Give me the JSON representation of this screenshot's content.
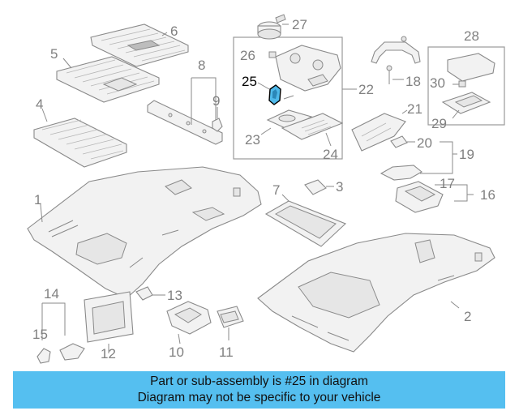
{
  "diagram": {
    "highlighted_label": "25",
    "labels": [
      "1",
      "2",
      "3",
      "4",
      "5",
      "6",
      "7",
      "8",
      "9",
      "10",
      "11",
      "12",
      "13",
      "14",
      "15",
      "16",
      "17",
      "18",
      "19",
      "20",
      "21",
      "22",
      "23",
      "24",
      "25",
      "26",
      "27",
      "28",
      "29",
      "30"
    ],
    "colors": {
      "highlight_fill": "#4fb9ea",
      "banner_background": "#55bff0",
      "line_art": "#8a8a8a"
    }
  },
  "banner": {
    "line1": "Part or sub-assembly is #25 in diagram",
    "line2": "Diagram may not be specific to your vehicle"
  }
}
